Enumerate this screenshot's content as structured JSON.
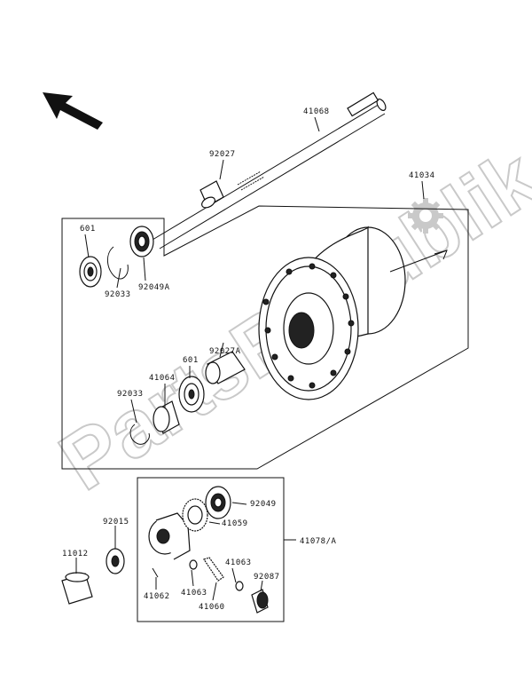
{
  "watermark": "PartsRepublik",
  "callouts": {
    "axle": "41068",
    "collar": "92027",
    "hub_assy": "41034",
    "bearing_left": "601",
    "circlip_left": "92033",
    "oil_seal_left": "92049A",
    "spacer": "92027A",
    "bearing_right": "601",
    "collar_right": "41064",
    "circlip_right": "92033",
    "oil_seal_gear": "92049",
    "gear_59": "41059",
    "gearbox_assy": "41078/A",
    "washer_gear": "92015",
    "cap": "11012",
    "washer_63a": "41063",
    "washer_63b": "41063",
    "pin": "41062",
    "pinion": "41060",
    "bushing": "92087"
  }
}
